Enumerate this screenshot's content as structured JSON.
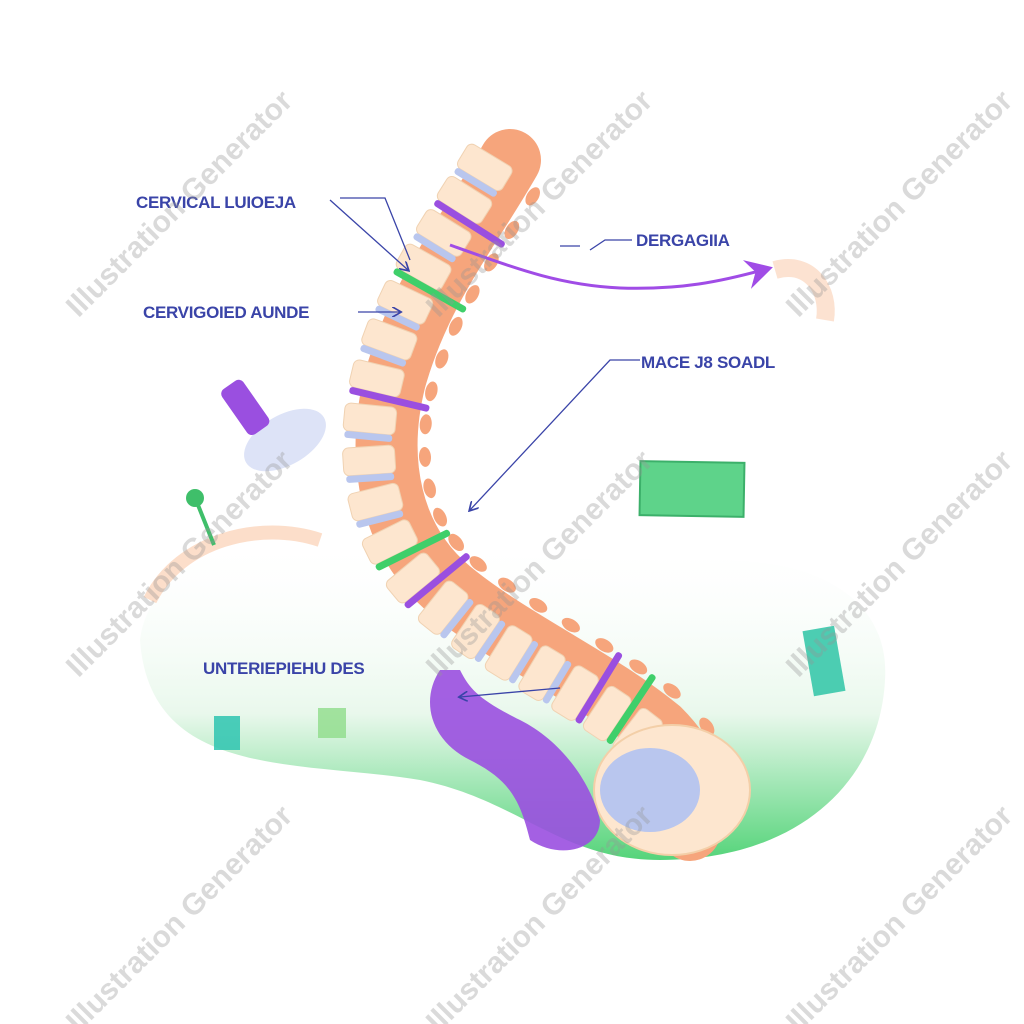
{
  "labels": {
    "cervical_luioeja": "CERVICAL LUIOEJA",
    "cervigoied_aunde": "CERVIGOIED AUNDE",
    "dergagiia": "DERGAGIIA",
    "mace_soadl": "MACE J8 SOADL",
    "unterieprehu_des": "UNTERIEPIEHU DES"
  },
  "watermark": "Illustration Generator",
  "colors": {
    "spine": "#f6a57c",
    "vertebra": "#fde6cf",
    "disc_blue": "#b9c6ee",
    "purple": "#9a4fe0",
    "green": "#3fcf6a",
    "label": "#3a44a8"
  }
}
